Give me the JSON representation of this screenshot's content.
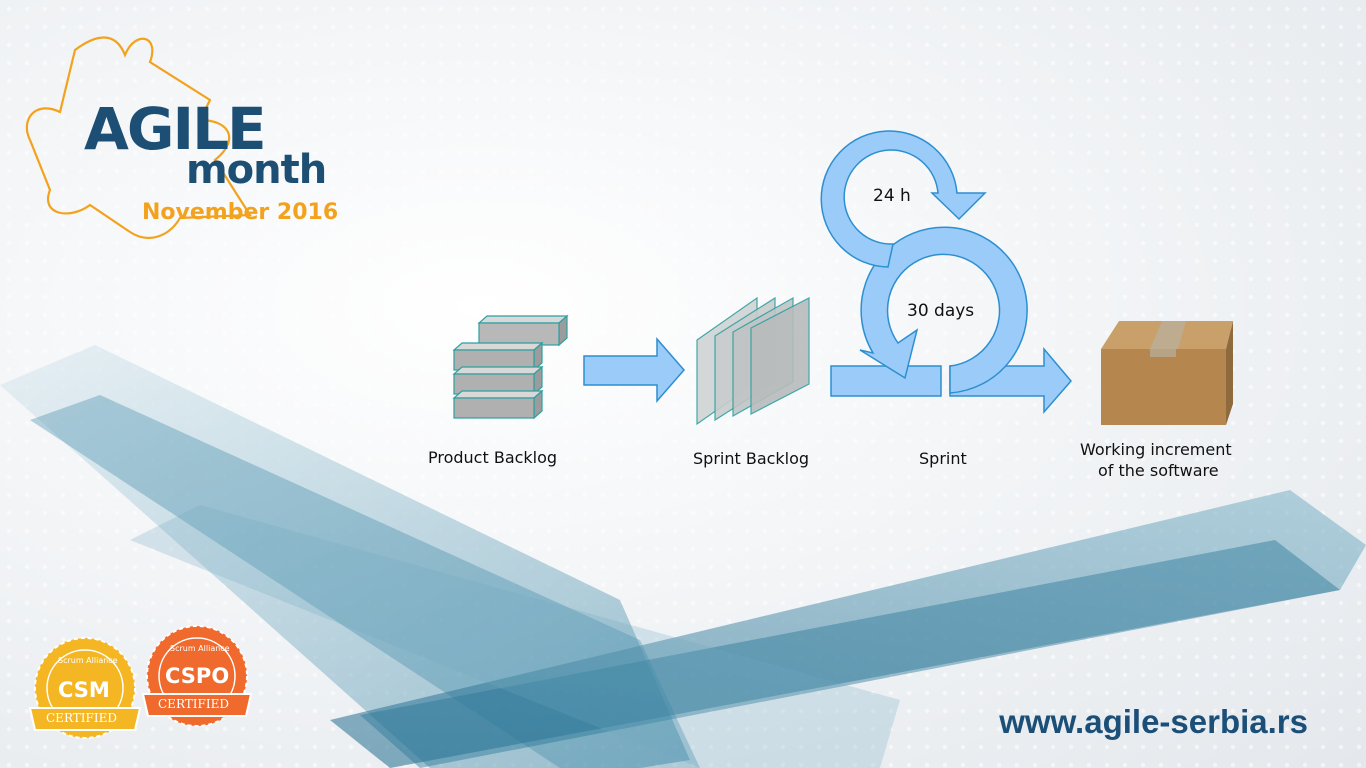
{
  "branding": {
    "logo_word": "AGILE",
    "logo_sub": "month",
    "logo_date": "November 2016",
    "website": "www.agile-serbia.rs"
  },
  "badges": [
    {
      "org": "Scrum Alliance",
      "code": "CSM",
      "ribbon": "CERTIFIED",
      "color": "#f5b623"
    },
    {
      "org": "Scrum Alliance",
      "code": "CSPO",
      "ribbon": "CERTIFIED",
      "color": "#ef6a2c"
    }
  ],
  "diagram": {
    "stages": [
      {
        "label": "Product Backlog"
      },
      {
        "label": "Sprint Backlog"
      },
      {
        "label": "Sprint"
      },
      {
        "label_line1": "Working increment",
        "label_line2": "of the software"
      }
    ],
    "daily_cycle_label": "24 h",
    "sprint_cycle_label": "30 days"
  },
  "colors": {
    "arrow_fill": "#9bcbf9",
    "arrow_stroke": "#2c8fd0",
    "backlog_block": "#b7b7b7",
    "backlog_stroke": "#2f9fa0",
    "box": "#b5874f",
    "brand_blue": "#1d4e73",
    "brand_orange": "#f3a21d"
  }
}
